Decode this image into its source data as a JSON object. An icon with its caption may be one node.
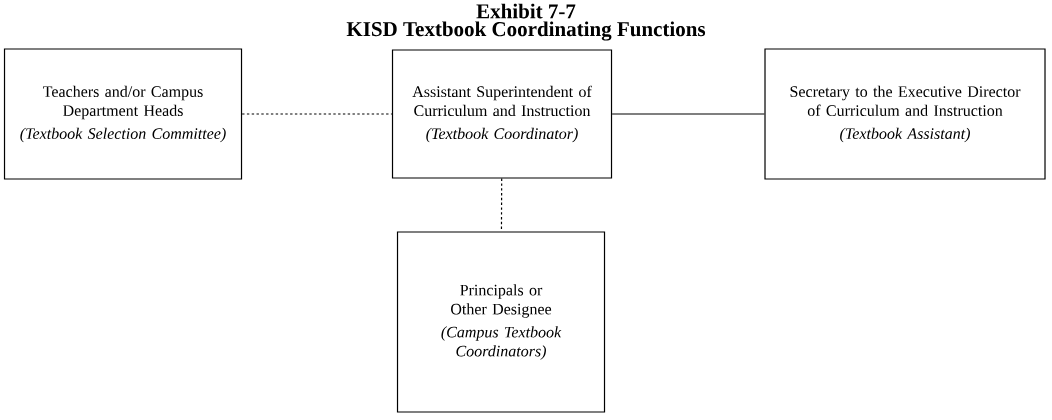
{
  "diagram": {
    "title": "KISD Textbook Coordinating Functions",
    "nodes": [
      {
        "text": [
          "Teachers and/or Campus Department Heads",
          "(Textbook Selection Committee)"
        ]
      },
      {
        "text": [
          "Assistant Superintendent of Curriculum and Instruction",
          "(Textbook Coordinator)"
        ]
      },
      {
        "text": [
          "Secretary to the Executive Director of Curriculum and Instruction",
          "(Textbook Assistant)"
        ]
      },
      {
        "text": [
          "Principals or Other Designee",
          "(Campus Textbook Coordinators)"
        ]
      }
    ],
    "edges": [
      {
        "from": 0,
        "to": 1,
        "arrow": "none",
        "style": "dashed"
      },
      {
        "from": 1,
        "to": 2,
        "arrow": "none"
      },
      {
        "from": 1,
        "to": 3,
        "arrow": "none",
        "style": "dashed"
      }
    ],
    "labels": [
      "Exhibit 7-7"
    ]
  }
}
